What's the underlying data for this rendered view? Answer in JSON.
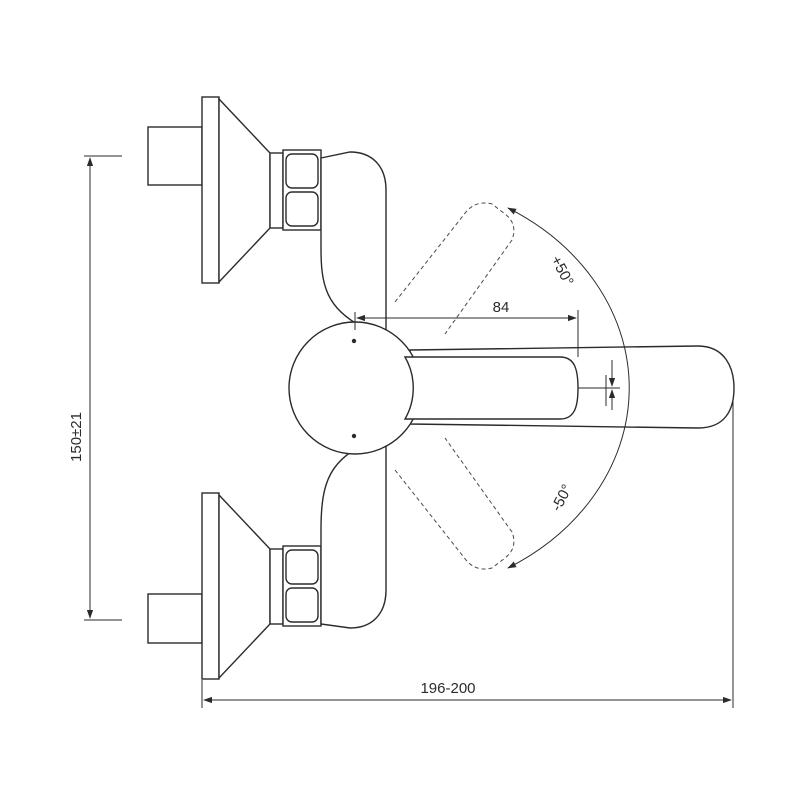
{
  "diagram": {
    "dimensions": {
      "height_label": "150±21",
      "width_label": "196-200",
      "lever_label": "84"
    },
    "angles": {
      "up_label": "+50°",
      "down_label": "-50°"
    }
  }
}
